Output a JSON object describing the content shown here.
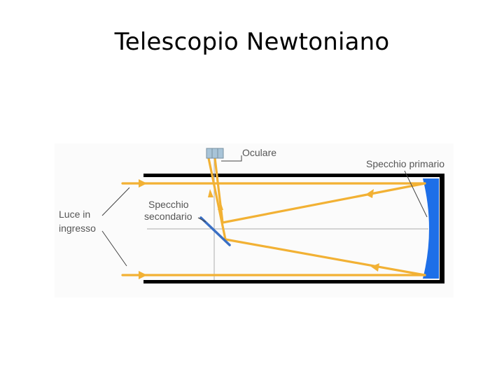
{
  "title": "Telescopio Newtoniano",
  "diagram": {
    "labels": {
      "eyepiece": "Oculare",
      "primary_mirror": "Specchio primario",
      "secondary_mirror_line1": "Specchio",
      "secondary_mirror_line2": "secondario",
      "incoming_light_line1": "Luce in",
      "incoming_light_line2": "ingresso"
    },
    "colors": {
      "tube": "#000000",
      "light_ray": "#F2B134",
      "primary_mirror": "#1E6FE8",
      "secondary_mirror": "#3A6FC4",
      "axis": "#BBBBBB",
      "eyepiece": "#A8C4D8",
      "label_text": "#555555"
    }
  }
}
